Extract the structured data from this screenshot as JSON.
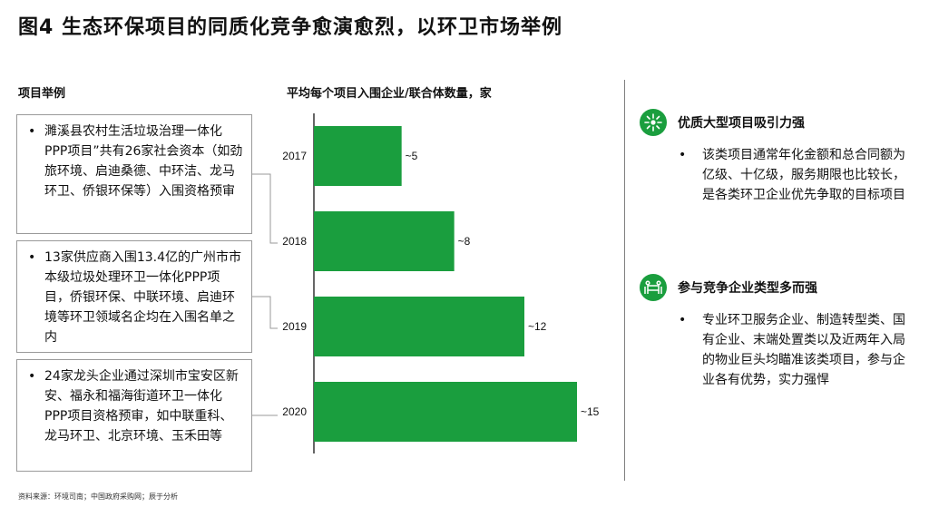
{
  "title": "图4 生态环保项目的同质化竞争愈演愈烈，以环卫市场举例",
  "left_section_label": "项目举例",
  "chart_section_label": "平均每个项目入围企业/联合体数量，家",
  "boxes": [
    {
      "bullet": "•",
      "text": "濉溪县农村生活垃圾治理一体化PPP项目”共有26家社会资本（如劲旅环境、启迪桑德、中环洁、龙马环卫、侨银环保等）入围资格预审"
    },
    {
      "bullet": "•",
      "text": "13家供应商入围13.4亿的广州市市本级垃圾处理环卫一体化PPP项目，侨银环保、中联环境、启迪环境等环卫领域名企均在入围名单之内"
    },
    {
      "bullet": "•",
      "text": "24家龙头企业通过深圳市宝安区新安、福永和福海街道环卫一体化PPP项目资格预审，如中联重科、龙马环卫、北京环境、玉禾田等"
    }
  ],
  "chart_data": {
    "type": "bar",
    "orientation": "horizontal",
    "title": "平均每个项目入围企业/联合体数量，家",
    "categories": [
      "2017",
      "2018",
      "2019",
      "2020"
    ],
    "values": [
      5,
      8,
      12,
      15
    ],
    "data_labels": [
      "~5",
      "~8",
      "~12",
      "~15"
    ],
    "xlim": [
      0,
      15
    ],
    "bar_color": "#1a9e3e",
    "grid": false
  },
  "right": [
    {
      "icon": "sparkle-icon",
      "heading": "优质大型项目吸引力强",
      "bullet": "•",
      "text": "该类项目通常年化金额和总合同额为亿级、十亿级，服务期限也比较长，是各类环卫企业优先争取的目标项目"
    },
    {
      "icon": "team-icon",
      "heading": "参与竞争企业类型多而强",
      "bullet": "•",
      "text": "专业环卫服务企业、制造转型类、国有企业、末端处置类以及近两年入局的物业巨头均瞄准该类项目，参与企业各有优势，实力强悍"
    }
  ],
  "footnote": "资料来源：环境司南；中国政府采购网；辰于分析",
  "colors": {
    "accent": "#1a9e3e",
    "connector": "#9a9a9a"
  }
}
